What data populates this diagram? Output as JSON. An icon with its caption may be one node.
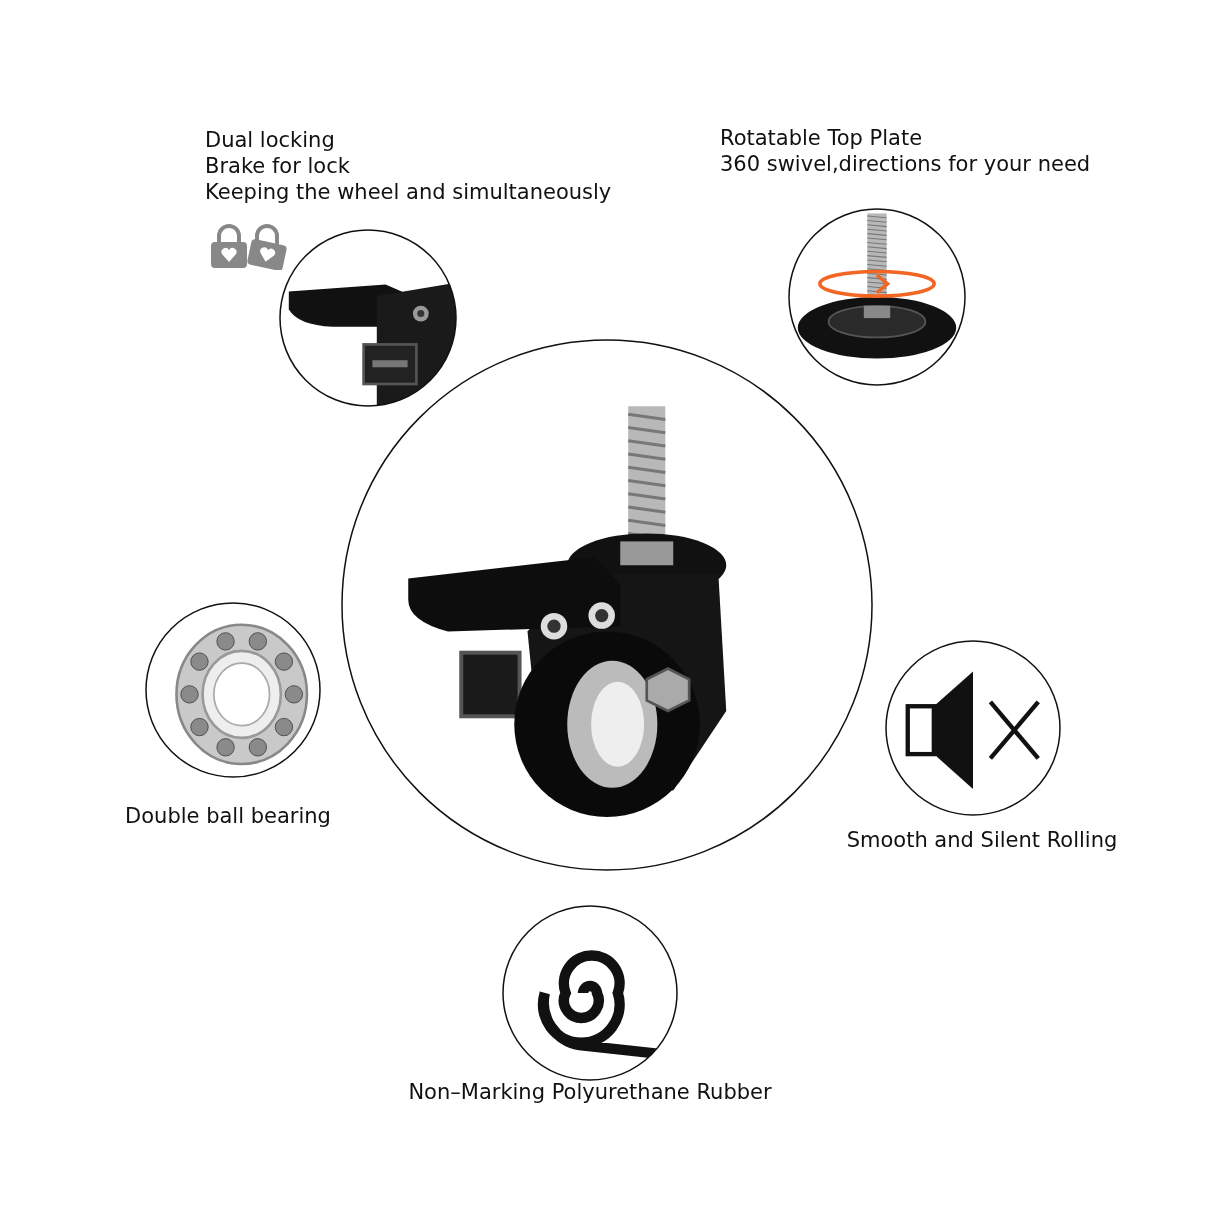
{
  "diagram": {
    "nodes": [
      {
        "text": [
          "Dual locking",
          "Brake for lock",
          "Keeping the wheel and simultaneously"
        ]
      },
      {
        "text": [
          "Rotatable Top Plate",
          "360 swivel,directions for your need"
        ]
      },
      {
        "text": [],
        "shape": "picture"
      },
      {
        "text": [
          "Double ball bearing"
        ]
      },
      {
        "text": [
          "Smooth and Silent Rolling"
        ]
      },
      {
        "text": [
          "Non–Marking Polyurethane Rubber"
        ]
      }
    ]
  }
}
